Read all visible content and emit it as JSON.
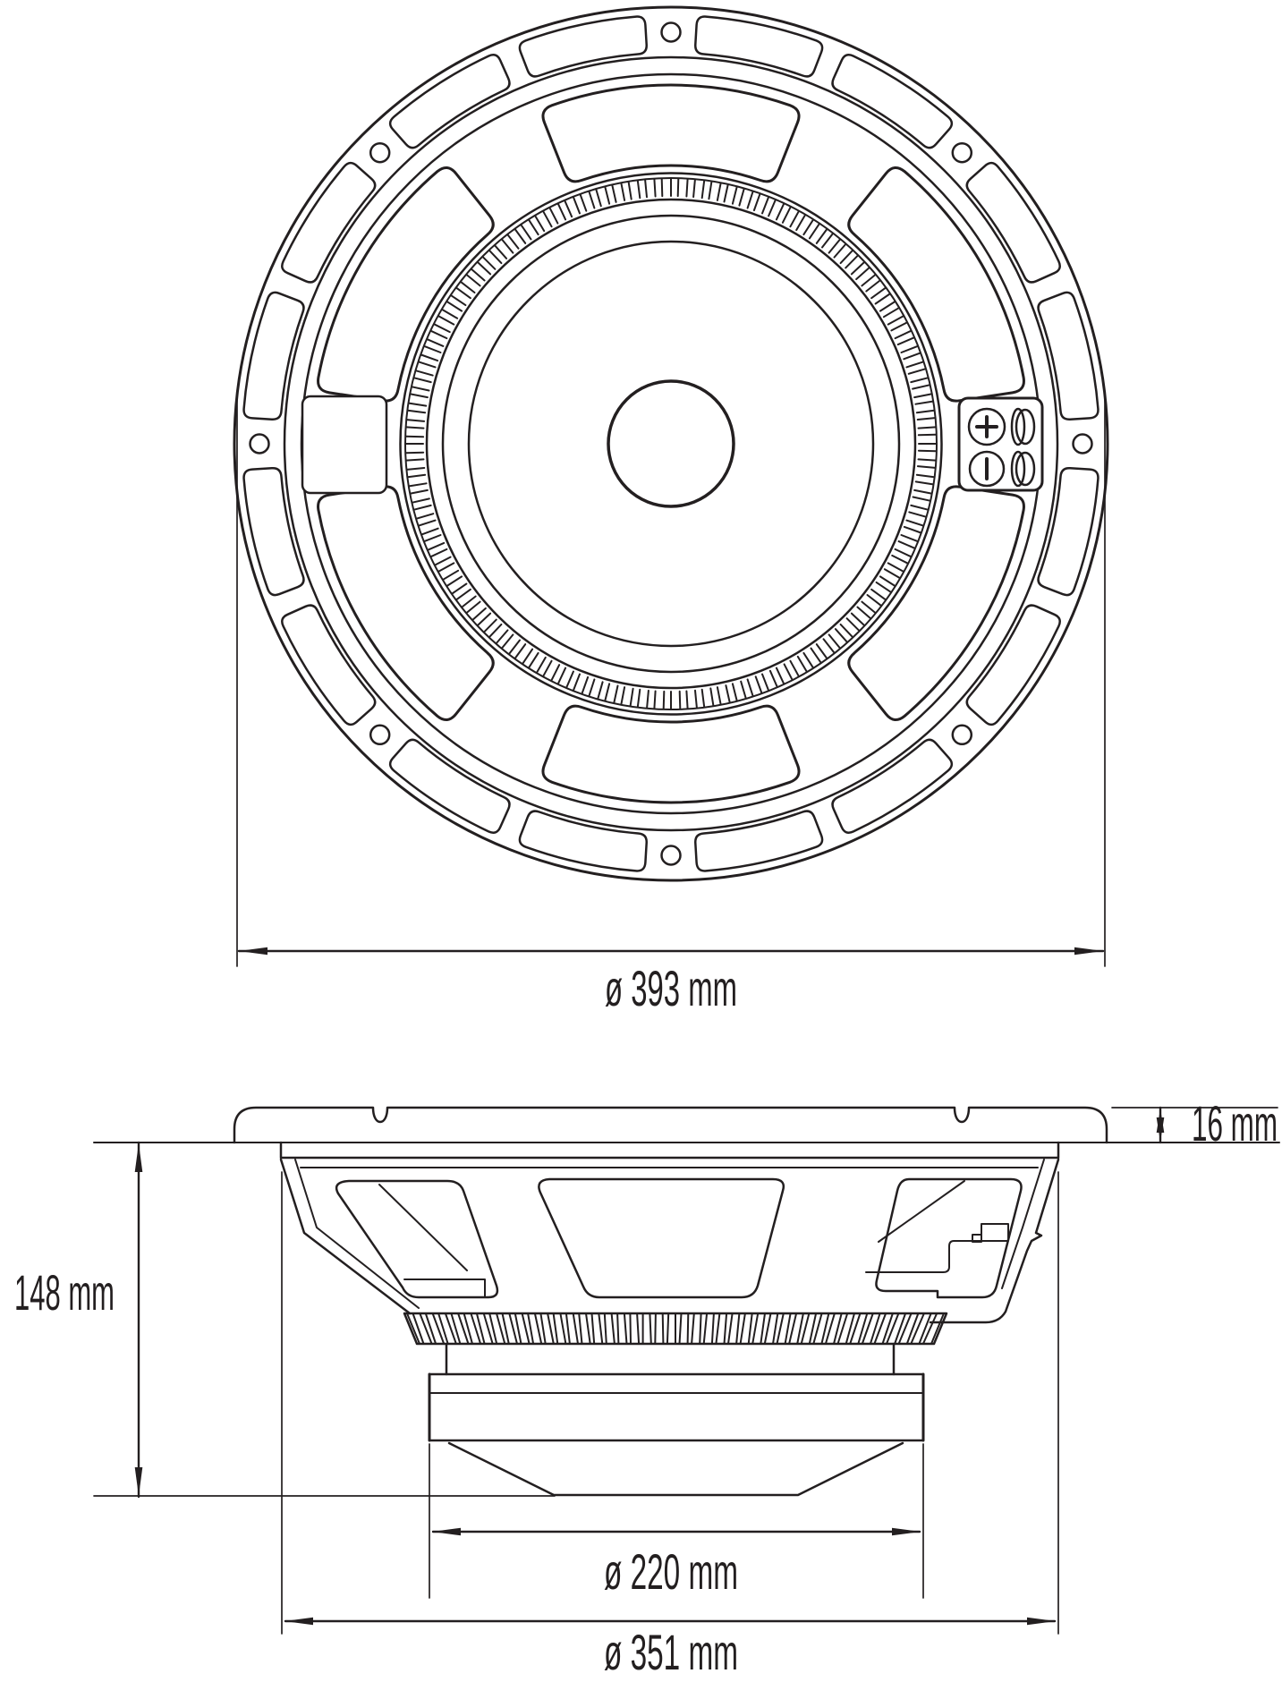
{
  "drawing": {
    "type": "loudspeaker-technical-drawing",
    "views": {
      "front": "front-view",
      "side": "side-profile-view"
    }
  },
  "colors": {
    "ink": "#231f20",
    "background": "#ffffff"
  },
  "dimensions": {
    "outer_diameter": "ø 393 mm",
    "flange_thickness": "16 mm",
    "depth": "148 mm",
    "magnet_diameter": "ø 220 mm",
    "basket_diameter": "ø 351 mm"
  }
}
